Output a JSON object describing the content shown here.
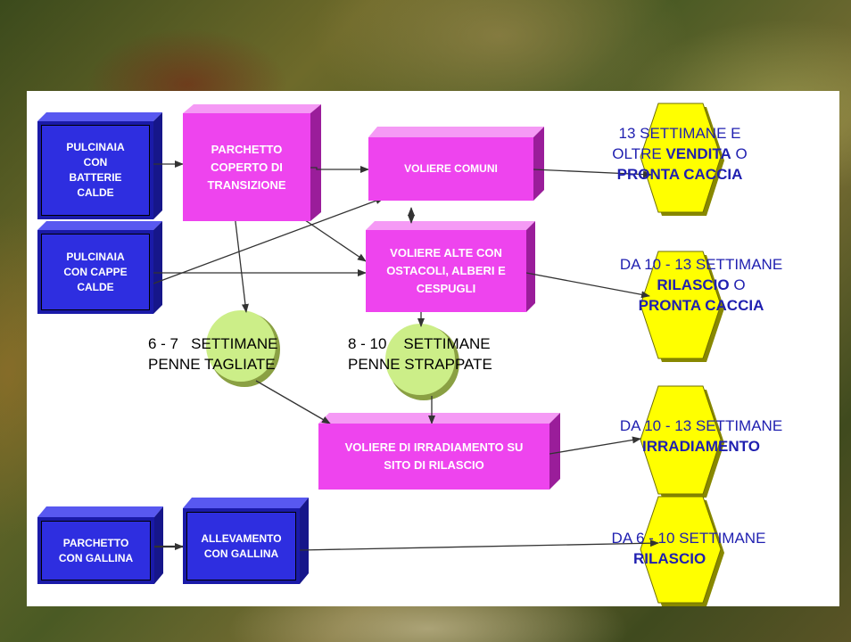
{
  "boxes": {
    "pulcinaia_batterie": "PULCINAIA CON BATTERIE CALDE",
    "pulcinaia_cappe": "PULCINAIA CON CAPPE CALDE",
    "parchetto_transizione": "PARCHETTO COPERTO DI TRANSIZIONE",
    "voliere_comuni": "VOLIERE COMUNI",
    "voliere_alte": "VOLIERE ALTE CON OSTACOLI, ALBERI E CESPUGLI",
    "voliere_irradiamento": "VOLIERE DI IRRADIAMENTO SU SITO DI RILASCIO",
    "parchetto_gallina": "PARCHETTO CON GALLINA",
    "allevamento_gallina": "ALLEVAMENTO CON GALLINA"
  },
  "age_labels": {
    "tagliate": "6 - 7   SETTIMANE\nPENNE TAGLIATE",
    "strappate": "8 - 10    SETTIMANE\nPENNE STRAPPATE"
  },
  "outcomes": {
    "o1": {
      "line1": "13 SETTIMANE E",
      "line2_pre": "OLTRE ",
      "line2_bold": "VENDITA",
      "line2_post": " O",
      "line3_bold": "PRONTA CACCIA"
    },
    "o2": {
      "line1": "DA 10 - 13 SETTIMANE",
      "line2_bold": "RILASCIO",
      "line2_post": "  O",
      "line3_bold": "PRONTA CACCIA"
    },
    "o3": {
      "line1": "DA 10 - 13 SETTIMANE",
      "line2_bold": "IRRADIAMENTO"
    },
    "o4": {
      "line1": "DA 6 - 10  SETTIMANE",
      "line2_bold": "RILASCIO"
    }
  },
  "colors": {
    "blue_box": "#2e2ee0",
    "magenta_box": "#ee44ee",
    "circle": "#ccee88",
    "hexagon": "#ffff00",
    "outcome_text": "#1f1fb0"
  }
}
